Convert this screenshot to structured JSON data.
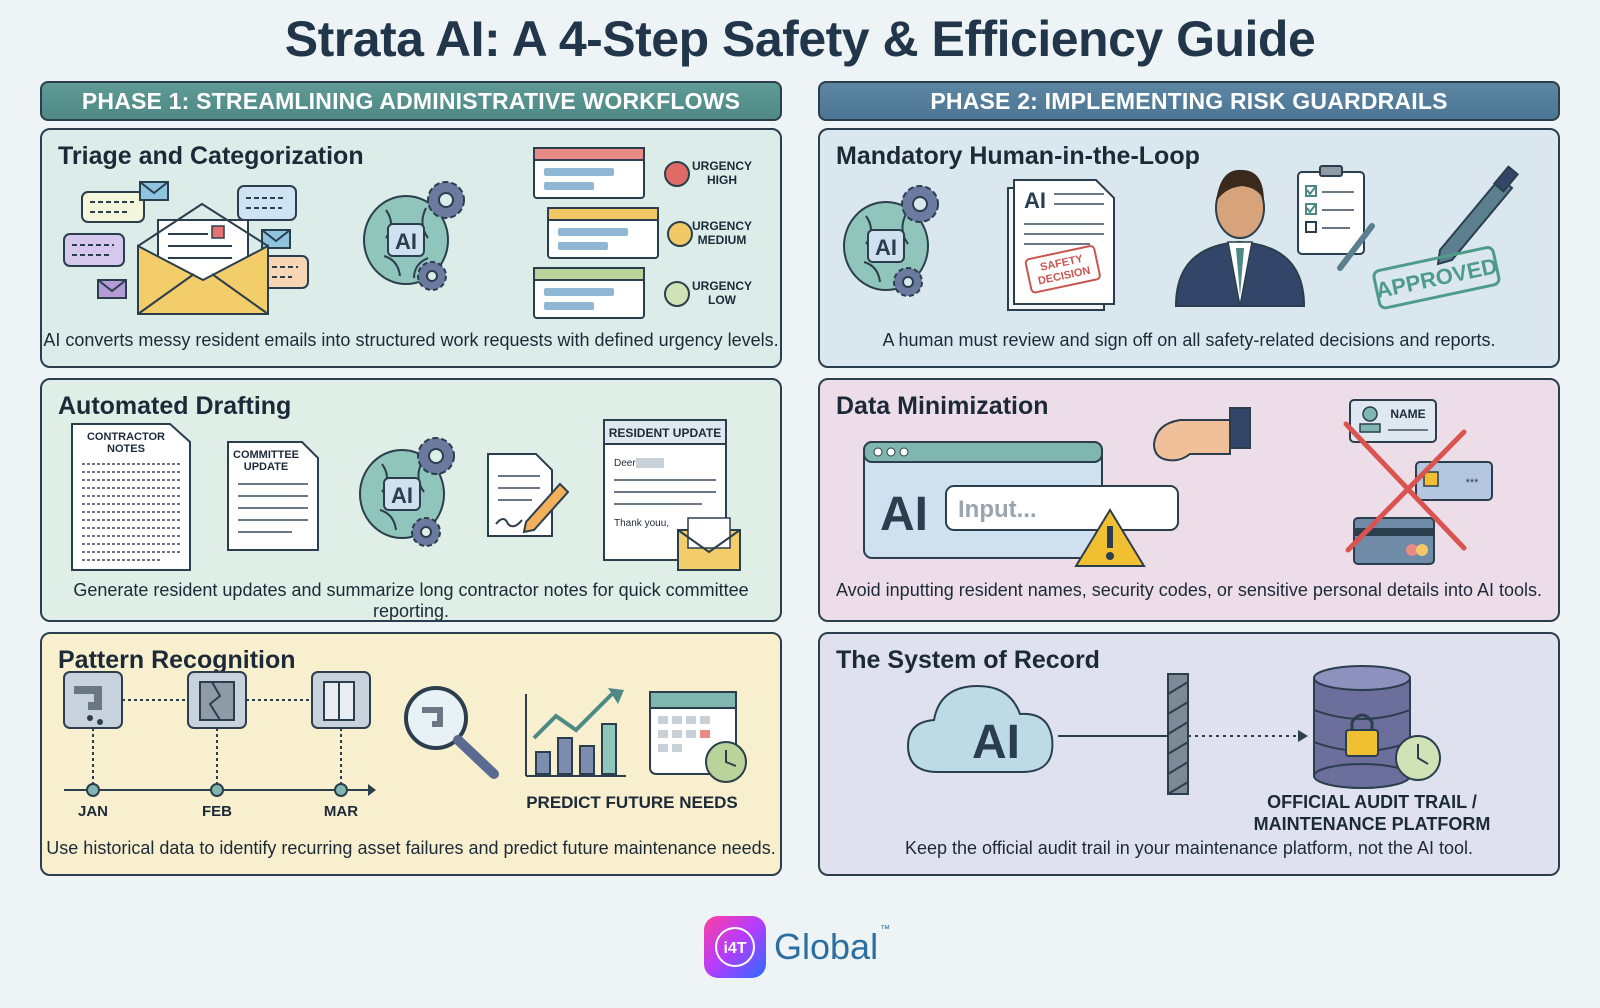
{
  "title": "Strata AI: A 4-Step Safety & Efficiency Guide",
  "phase1": {
    "label": "PHASE 1: STREAMLINING ADMINISTRATIVE WORKFLOWS"
  },
  "phase2": {
    "label": "PHASE 2: IMPLEMENTING RISK GUARDRAILS"
  },
  "panels": {
    "triage": {
      "title": "Triage and Categorization",
      "caption": "AI converts messy resident emails into structured work requests with defined urgency levels.",
      "ai_label": "AI",
      "urgency_high": [
        "URGENCY",
        "HIGH"
      ],
      "urgency_medium": [
        "URGENCY",
        "MEDIUM"
      ],
      "urgency_low": [
        "URGENCY",
        "LOW"
      ]
    },
    "drafting": {
      "title": "Automated Drafting",
      "caption": "Generate resident updates and summarize long contractor notes for quick committee reporting.",
      "contractor_notes": [
        "CONTRACTOR",
        "NOTES"
      ],
      "committee_update": [
        "COMMITTEE",
        "UPDATE"
      ],
      "ai_label": "AI",
      "resident_update": "RESIDENT UPDATE",
      "dear": "Deer",
      "thank_you": "Thank youu,"
    },
    "pattern": {
      "title": "Pattern Recognition",
      "caption": "Use historical data to identify recurring asset failures and predict future maintenance needs.",
      "months": [
        "JAN",
        "FEB",
        "MAR"
      ],
      "predict_label": "PREDICT FUTURE NEEDS"
    },
    "human_loop": {
      "title": "Mandatory Human-in-the-Loop",
      "caption": "A human must review and sign off on all safety-related decisions and reports.",
      "ai_label": "AI",
      "doc_ai": "AI",
      "stamp": [
        "SAFETY",
        "DECISION"
      ],
      "approved": "APPROVED"
    },
    "minimization": {
      "title": "Data Minimization",
      "caption": "Avoid inputting resident names, security codes, or sensitive personal details into AI tools.",
      "ai_label": "AI",
      "input_placeholder": "Input...",
      "name_label": "NAME"
    },
    "record": {
      "title": "The System of Record",
      "caption": "Keep the official audit trail in your maintenance platform, not the AI tool.",
      "ai_label": "AI",
      "platform_label": [
        "OFFICIAL AUDIT TRAIL /",
        "MAINTENANCE PLATFORM"
      ]
    }
  },
  "logo": {
    "mark": "i4T",
    "name": "Global",
    "tm": "™"
  },
  "colors": {
    "phase1": "#4e8985",
    "phase2": "#4c7694",
    "teal": "#7fb7b0",
    "gear": "#5b6a90",
    "urgency_high": "#d9534f",
    "urgency_medium": "#e8a935",
    "urgency_low": "#8fb36a"
  }
}
